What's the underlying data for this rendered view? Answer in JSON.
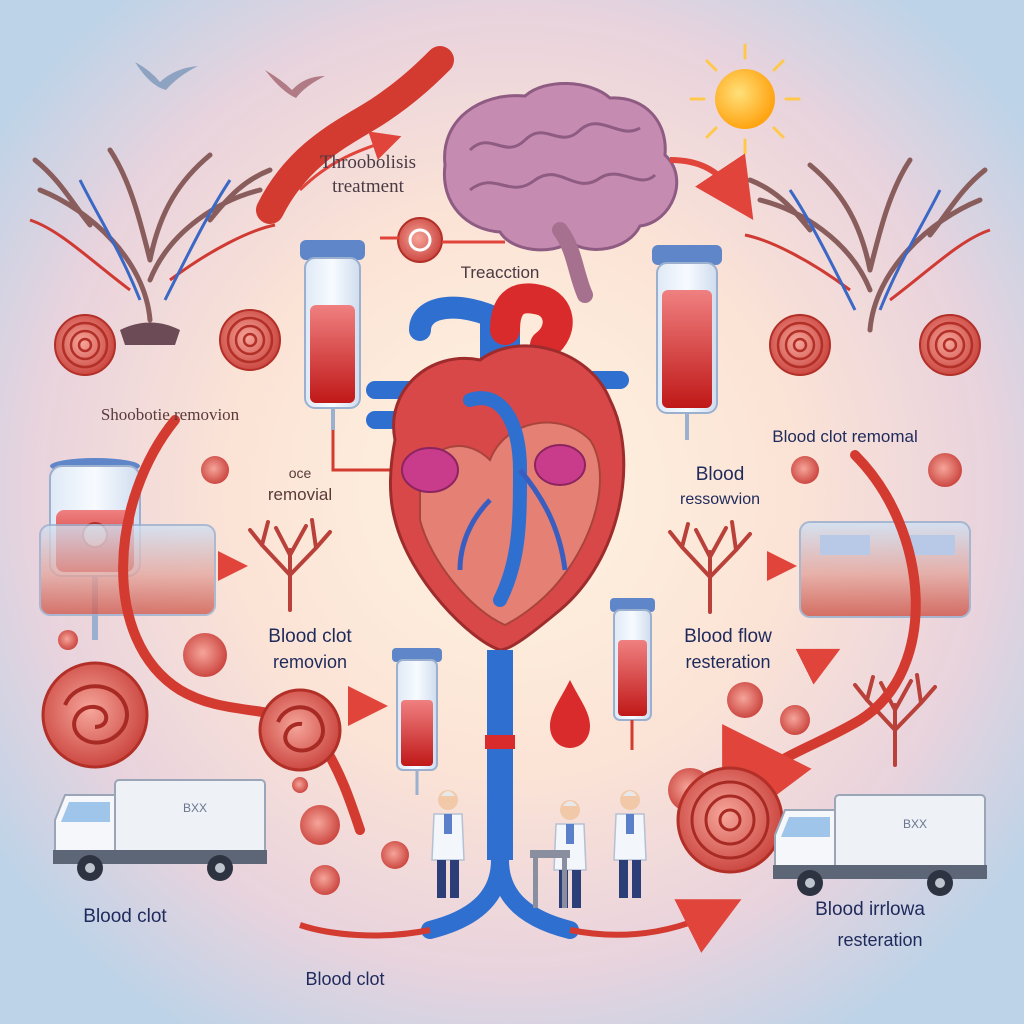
{
  "labels": {
    "thrombolysis_treatment": [
      "Throobolisis",
      "treatment"
    ],
    "treaction": "Treacction",
    "shootobie_removion": "Shoobotie removion",
    "blood_clot_removal_right": "Blood clot remomal",
    "removial": [
      "oce",
      "removial"
    ],
    "blood_ressowvion": [
      "Blood",
      "ressowvion"
    ],
    "blood_clot_removion": [
      "Blood clot",
      "removion"
    ],
    "blood_flow_resteration": [
      "Blood flow",
      "resteration"
    ],
    "blood_clot_bottom_left": "Blood clot",
    "blood_clot_bottom_center": "Blood clot",
    "blood_bottom_right": [
      "Blood irrlowa",
      "resteration"
    ],
    "truck_left_sign": "BXX",
    "truck_right_sign": "BXX"
  },
  "colors": {
    "background_outer": "#bcd3e8",
    "background_glow": "#fdebd8",
    "blood_red": "#d92b2b",
    "vessel_blue": "#2f6fd0",
    "arrow_red": "#e0443a",
    "sun": "#ffb320",
    "brain": "#c58bb0",
    "text_navy": "#1f2a5c"
  },
  "icons": [
    "brain-icon",
    "heart-icon",
    "sun-icon",
    "bird-icon",
    "tree-icon",
    "iv-bag-icon",
    "syringe-icon",
    "truck-icon",
    "doctor-icon",
    "blood-drop-icon",
    "clot-icon",
    "arrow-icon"
  ]
}
